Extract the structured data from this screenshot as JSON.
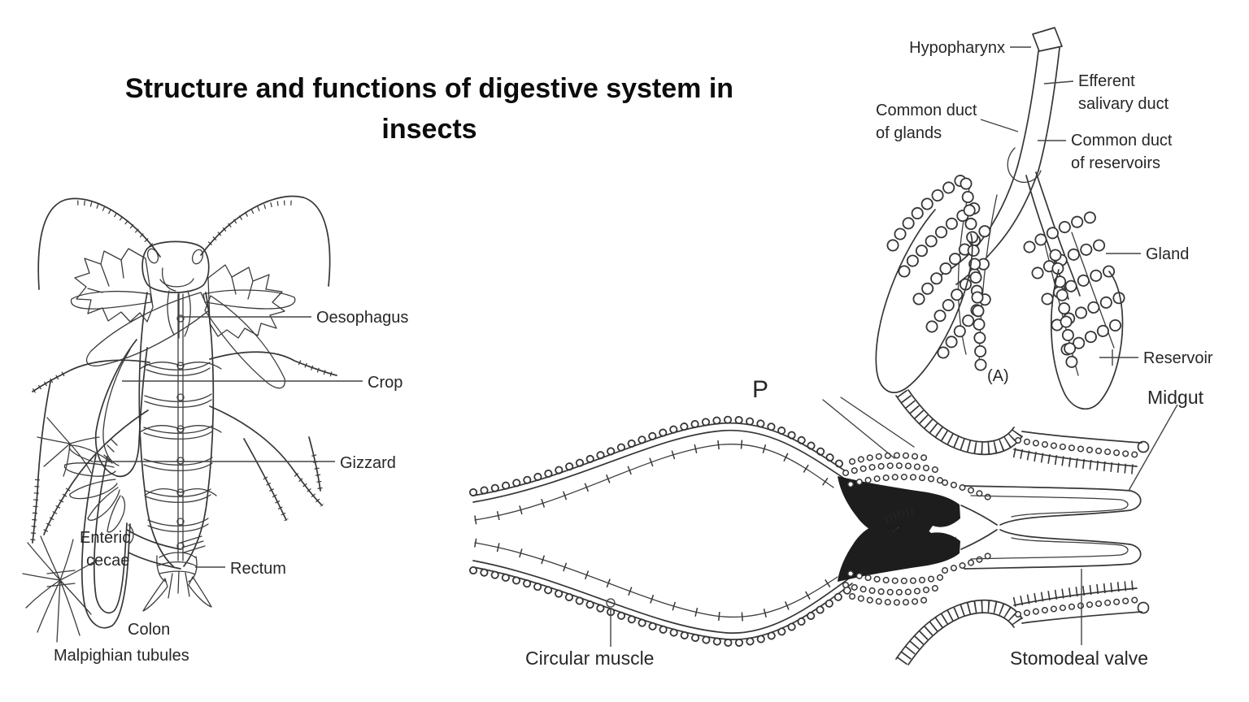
{
  "page": {
    "background_color": "#ffffff",
    "ink_color": "#363636",
    "title_color": "#0c0c0c"
  },
  "title": {
    "line1": "Structure and functions of digestive system in",
    "line2": "insects"
  },
  "cockroach": {
    "name": "cockroach digestive system dissection",
    "labels": {
      "oesophagus": "Oesophagus",
      "crop": "Crop",
      "gizzard": "Gizzard",
      "enteric_line1": "Enteric",
      "enteric_line2": "cecae",
      "rectum": "Rectum",
      "colon": "Colon",
      "malpighian": "Malpighian tubules"
    }
  },
  "salivary": {
    "name": "salivary glands of cockroach",
    "labels": {
      "hypopharynx": "Hypopharynx",
      "efferent_line1": "Efferent",
      "efferent_line2": "salivary duct",
      "glands_duct_line1": "Common duct",
      "glands_duct_line2": "of glands",
      "reservoirs_duct_line1": "Common duct",
      "reservoirs_duct_line2": "of reservoirs",
      "gland": "Gland",
      "reservoir": "Reservoir",
      "caption": "(A)"
    }
  },
  "proventriculus": {
    "name": "proventriculus longitudinal section",
    "labels": {
      "partial_p": "P",
      "midgut": "Midgut",
      "circular_muscle": "Circular muscle",
      "stomodeal_valve": "Stomodeal valve"
    }
  }
}
